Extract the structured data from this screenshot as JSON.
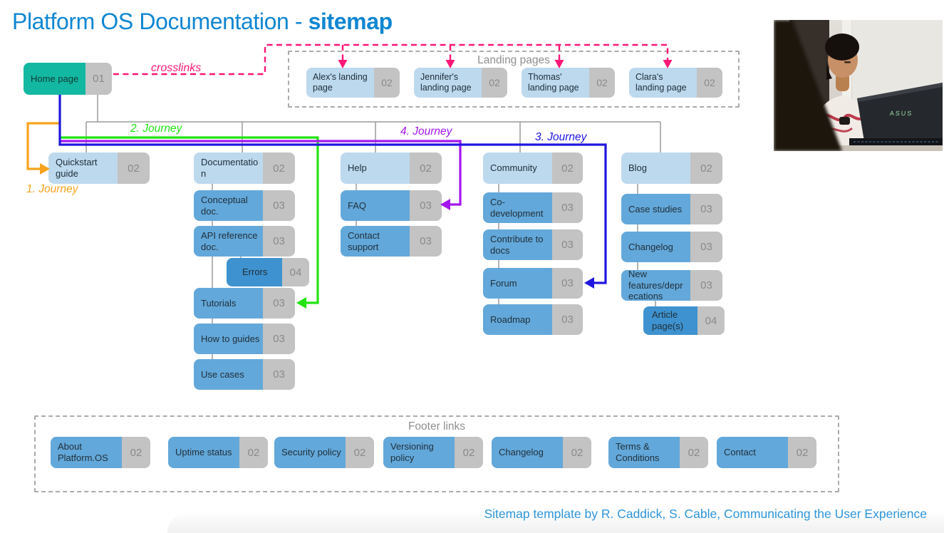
{
  "header": {
    "title": "Platform OS Documentation -",
    "title_bold": "sitemap"
  },
  "home": {
    "label": "Home page",
    "level": "01"
  },
  "crosslinks_label": "crosslinks",
  "landing_pages": {
    "title": "Landing pages",
    "items": [
      {
        "label": "Alex's landing page",
        "level": "02"
      },
      {
        "label": "Jennifer's landing page",
        "level": "02"
      },
      {
        "label": "Thomas' landing page",
        "level": "02"
      },
      {
        "label": "Clara's landing page",
        "level": "02"
      }
    ]
  },
  "journeys": [
    {
      "label": "1. Journey",
      "color": "#f7a31c"
    },
    {
      "label": "2. Journey",
      "color": "#21e412"
    },
    {
      "label": "3. Journey",
      "color": "#2016e0"
    },
    {
      "label": "4. Journey",
      "color": "#a416ee"
    }
  ],
  "sitemap": {
    "quickstart": {
      "label": "Quickstart guide",
      "level": "02"
    },
    "documentation": {
      "label": "Documentation",
      "level": "02",
      "children": [
        {
          "label": "Conceptual doc.",
          "level": "03"
        },
        {
          "label": "API reference doc.",
          "level": "03"
        },
        {
          "label": "Errors",
          "level": "04"
        },
        {
          "label": "Tutorials",
          "level": "03"
        },
        {
          "label": "How to guides",
          "level": "03"
        },
        {
          "label": "Use cases",
          "level": "03"
        }
      ]
    },
    "help": {
      "label": "Help",
      "level": "02",
      "children": [
        {
          "label": "FAQ",
          "level": "03"
        },
        {
          "label": "Contact support",
          "level": "03"
        }
      ]
    },
    "community": {
      "label": "Community",
      "level": "02",
      "children": [
        {
          "label": "Co-development",
          "level": "03"
        },
        {
          "label": "Contribute to docs",
          "level": "03"
        },
        {
          "label": "Forum",
          "level": "03"
        },
        {
          "label": "Roadmap",
          "level": "03"
        }
      ]
    },
    "blog": {
      "label": "Blog",
      "level": "02",
      "children": [
        {
          "label": "Case studies",
          "level": "03"
        },
        {
          "label": "Changelog",
          "level": "03"
        },
        {
          "label": "New features/deprecations",
          "level": "03"
        },
        {
          "label": "Article page(s)",
          "level": "04"
        }
      ]
    }
  },
  "footer": {
    "title": "Footer links",
    "items": [
      {
        "label": "About Platform.OS",
        "level": "02"
      },
      {
        "label": "Uptime status",
        "level": "02"
      },
      {
        "label": "Security policy",
        "level": "02"
      },
      {
        "label": "Versioning policy",
        "level": "02"
      },
      {
        "label": "Changelog",
        "level": "02"
      },
      {
        "label": "Terms & Conditions",
        "level": "02"
      },
      {
        "label": "Contact",
        "level": "02"
      }
    ]
  },
  "attribution": "Sitemap template by R. Caddick, S. Cable, Communicating the User Experience",
  "photo": {
    "laptop_logo": "ASUS"
  },
  "colors": {
    "title_blue": "#0f86d2",
    "home_teal": "#13b8a2",
    "level2_blue": "#bdd9ee",
    "level3_blue": "#63a8da",
    "level4_blue": "#3e92cf",
    "number_gray": "#c3c3c3",
    "line_gray": "#9a9a9a",
    "crosslink_pink": "#ff1878",
    "journey1_orange": "#f7a31c",
    "journey2_green": "#21e412",
    "journey3_blue": "#2016e0",
    "journey4_purple": "#a416ee"
  }
}
